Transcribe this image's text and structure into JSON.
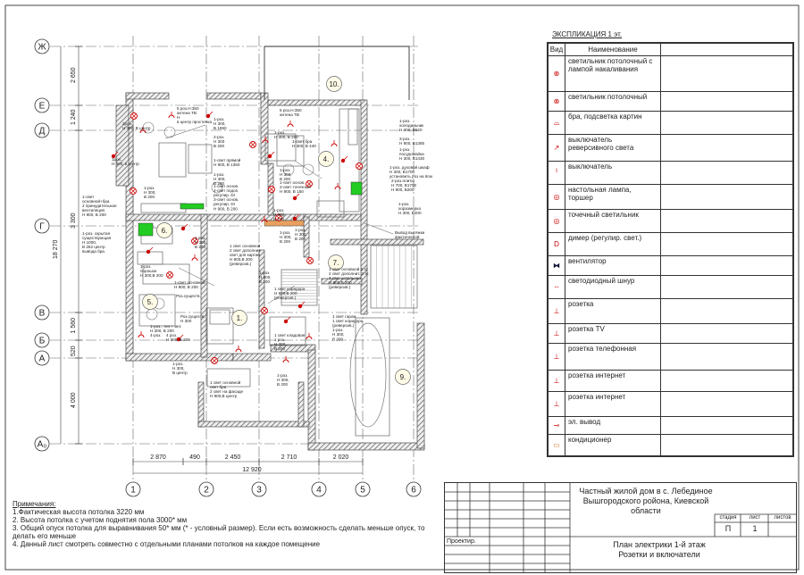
{
  "axes": {
    "rows": [
      "Ж",
      "Е",
      "Д",
      "Г",
      "В",
      "Б",
      "А",
      "А₀"
    ],
    "cols": [
      "1",
      "2",
      "3",
      "4",
      "5",
      "6"
    ]
  },
  "dims": {
    "vertical": [
      "2 650",
      "1 240",
      "3 300",
      "1 560",
      "520",
      "4 000"
    ],
    "vertical_total": "18 270",
    "horizontal": [
      "2 870",
      "490",
      "2 450",
      "2 710",
      "2 020"
    ],
    "horizontal_total": "12 920"
  },
  "rooms": [
    "10.",
    "4.",
    "6.",
    "7.",
    "5.",
    "1.",
    "9."
  ],
  "annotations": [
    "5 роз.H:350\nантена ТВ\nН\nв центр простенка",
    "2роз.\nН 300, В центр",
    "1роз.\nН 300, в центр",
    "1-роз.\nН 300,\nВ 1950",
    "2-роз.\nН 300\nВ 200",
    "1-свет прямой\nН 900, В 1350",
    "1-роз.\nН 300,\nВ 200",
    "1-свет основ.\n2-свет подсв\nрегулир. DI\n3-свет основ.\nрегулир. DI\nН 900, В 200",
    "5 роз.H:350\nантена ТВ",
    "1-роз.\nН 300, В 200",
    "1-свет бра\nН 300, В 440",
    "1-роз.\nН 300,\nВ 200",
    "1-роз.\nхолодильник\nН 300, В520",
    "3-роз.\nН 900, В1385",
    "1-роз.\nпосудомойка\nН 300, В1430",
    "1-роз. духовой шкаф\nН 300, В1700\nустановить роз на 6см",
    "2-роз.плиты\nН 700, В1700\nН 900, В200",
    "1-свет основ.\n2-свет точечный\nН 900, В 150",
    "1-роз.\nН 300,\nВ 170",
    "1-роз.\nН 300,\nВ 200",
    "1-роз.\nН 300,\nВ 200",
    "1-свет\nосновной+бра\n2 принудительная\nвентиляция\nН 900, В 200",
    "1-роз. скрытая\nсуществующая\nН 1000,\nВ 262 центр\nвывода бра",
    "1-роз.\nН 300,\nВ 200",
    "1 роз.\nН 300\nВ 200",
    "1 свет основной\n2 свет дополнит.\nсвет для картин\nН 900,В 200\n(реверсив.)",
    "1-роз.\nН 300,\nВ 200",
    "1-роз.\nхорзамерка\nН 300, В200",
    "Вывод вытяжки\nфактической",
    "1-роз.\nпорошок\nН 300,В 200",
    "1-свет основной\nН 900, В 200",
    "Роз.существ.",
    "1 свет основной 2 эт.\n2 свет дополнит. 2 эт.\n3 свет котельная\nН 900,В 200\n(реверсив.)",
    "1 свет коридора\nН 900,В 200\n(реверсив.)",
    "Роз.существ.\nН 300",
    "1-роз., тел.+ инт.\nН 300, В 200\n4-роз.",
    "1 свет гараж\n1 свет коридора\n(реверсив.)\n1-роз.\nН 300,\nВ 200",
    "1 свет кладовая\n1 роз.\nН 300,\nВ 200",
    "1-роз.\nН 300,\nВ центр",
    "1 свет основной\nсвет бра\n2 свет на фасаде\nН 900,В центр",
    "1-роз.\nН 300,\nВ 200",
    "4 роз.\nН 300, В 200"
  ],
  "legend": {
    "title": "ЭКСПЛИКАЦИЯ 1 эт.",
    "col_symbol": "Вид",
    "col_name": "Наименование",
    "items": [
      {
        "name": "светильник потолочный с лампой накаливания",
        "icon": "ceiling-lamp-incandescent-icon"
      },
      {
        "name": "светильник потолочный",
        "icon": "ceiling-lamp-icon"
      },
      {
        "name": "бра, подсветка картин",
        "icon": "sconce-icon"
      },
      {
        "name": "выключатель реверсивного света",
        "icon": "reversible-switch-icon"
      },
      {
        "name": "выключатель",
        "icon": "switch-icon"
      },
      {
        "name": "настольная лампа, торшер",
        "icon": "table-lamp-icon"
      },
      {
        "name": "точечный светильник",
        "icon": "spotlight-icon"
      },
      {
        "name": "димер (регулир. свет.)",
        "icon": "dimmer-icon"
      },
      {
        "name": "вентилятор",
        "icon": "fan-icon"
      },
      {
        "name": "светодиодный шнур",
        "icon": "led-strip-icon"
      },
      {
        "name": "розетка",
        "icon": "socket-icon"
      },
      {
        "name": "розетка TV",
        "icon": "tv-socket-icon"
      },
      {
        "name": "розетка телефонная",
        "icon": "phone-socket-icon"
      },
      {
        "name": "розетка интернет",
        "icon": "internet-socket-icon"
      },
      {
        "name": "розетка интернет",
        "icon": "internet-socket-icon"
      },
      {
        "name": "эл. вывод",
        "icon": "electric-outlet-icon"
      },
      {
        "name": "кондиционер",
        "icon": "air-conditioner-icon"
      }
    ]
  },
  "notes": {
    "header": "Примечания:",
    "lines": [
      "1.Фактическая высота потолка 3220 мм",
      "2. Высота потолка с учетом поднятия пола 3000* мм",
      "3. Общий опуск потолка для выравнивания 50* мм (* - условный размер). Если есть возможность сделать меньше опуск, то делать его меньше",
      "4. Данный лист смотреть совместно с отдельными планами потолков на каждое помещение"
    ]
  },
  "stamp": {
    "project": "Частный жилой дом в с. Лебединое Вышгородского ройона, Киевской области",
    "stage_label": "стадия",
    "sheet_label": "лист",
    "sheets_label": "листов",
    "stage": "П",
    "sheet": "1",
    "designer_label": "Проектир.",
    "drawing_title": "План электрики 1-й этаж\nРозетки и включатели"
  },
  "colors": {
    "annotation_red": "#cc0000",
    "green": "#22cc22",
    "wall_hatch": "#555555"
  }
}
